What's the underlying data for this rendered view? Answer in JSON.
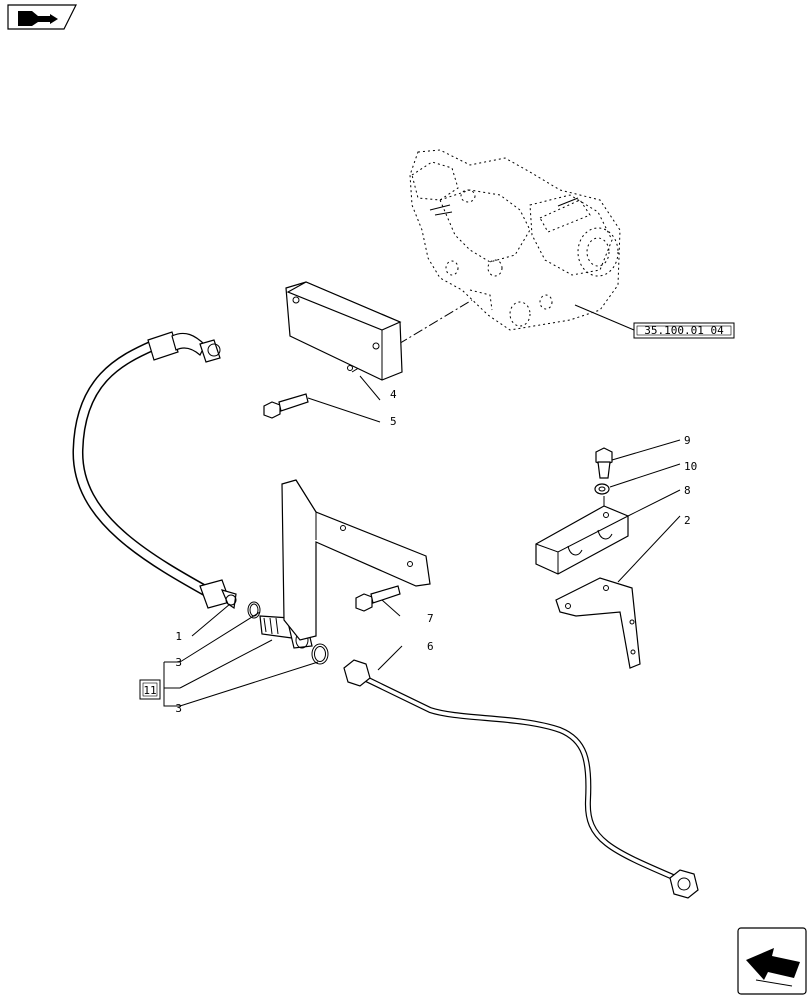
{
  "nav": {
    "prev_icon": "book-arrow-icon",
    "next_icon": "next-page-arrow-icon"
  },
  "reference": {
    "code": "35.100.01 04"
  },
  "kit_label": "11",
  "callouts": [
    {
      "id": "c1",
      "label": "1"
    },
    {
      "id": "c2",
      "label": "2"
    },
    {
      "id": "c3a",
      "label": "3"
    },
    {
      "id": "c3b",
      "label": "3"
    },
    {
      "id": "c4",
      "label": "4"
    },
    {
      "id": "c5",
      "label": "5"
    },
    {
      "id": "c6",
      "label": "6"
    },
    {
      "id": "c7",
      "label": "7"
    },
    {
      "id": "c8",
      "label": "8"
    },
    {
      "id": "c9",
      "label": "9"
    },
    {
      "id": "c10",
      "label": "10"
    }
  ]
}
